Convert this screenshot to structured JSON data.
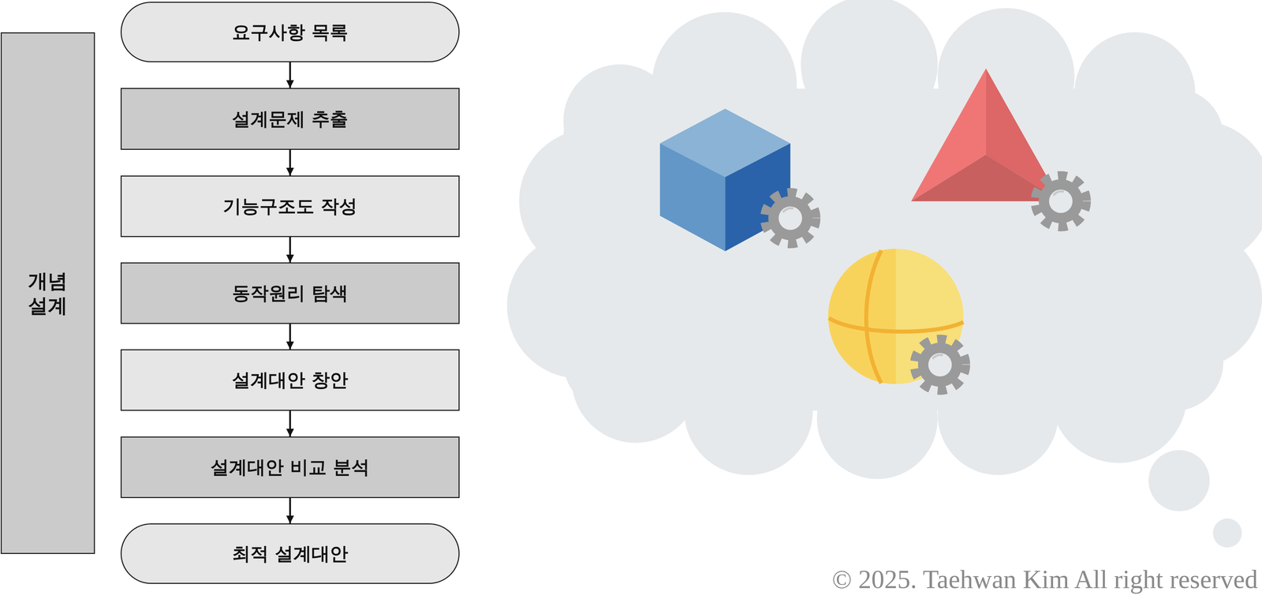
{
  "diagram": {
    "nodes": [
      {
        "text": [
          "개념 설계"
        ]
      },
      {
        "text": [
          "요구사항 목록"
        ]
      },
      {
        "text": [
          "설계문제 추출"
        ]
      },
      {
        "text": [
          "기능구조도 작성"
        ]
      },
      {
        "text": [
          "동작원리 탐색"
        ]
      },
      {
        "text": [
          "설계대안 창안"
        ]
      },
      {
        "text": [
          "설계대안 비교 분석"
        ]
      },
      {
        "text": [
          "최적 설계대안"
        ]
      }
    ],
    "edges": [
      {
        "from": 1,
        "to": 2,
        "arrow": "to"
      },
      {
        "from": 2,
        "to": 3,
        "arrow": "to"
      },
      {
        "from": 3,
        "to": 4,
        "arrow": "to"
      },
      {
        "from": 4,
        "to": 5,
        "arrow": "to"
      },
      {
        "from": 5,
        "to": 6,
        "arrow": "to"
      },
      {
        "from": 6,
        "to": 7,
        "arrow": "to"
      }
    ],
    "labels": [
      "© 2025. Taehwan Kim All right reserved"
    ]
  }
}
